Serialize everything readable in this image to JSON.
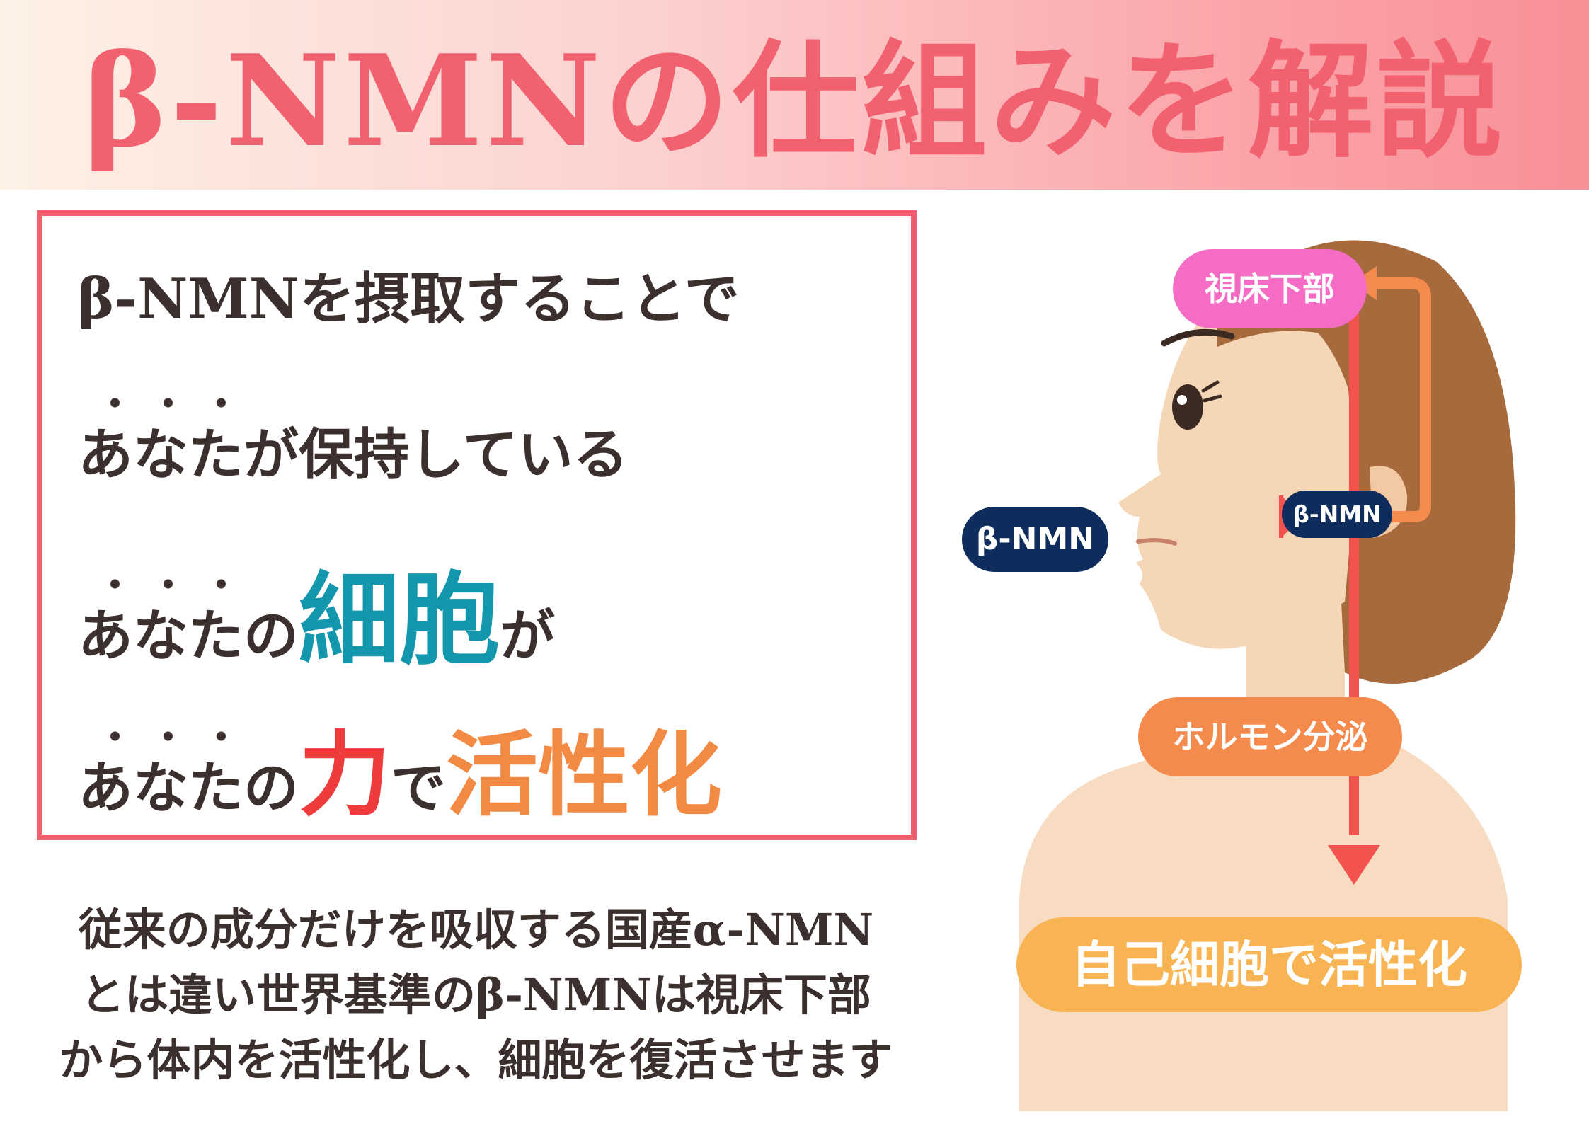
{
  "header": {
    "title": "β-NMNの仕組みを解説"
  },
  "message": {
    "line1": "β-NMNを摂取することで",
    "line2_emph": "あなた",
    "line2_rest": "が保持している",
    "line3_emph": "あなた",
    "line3_particle": "の",
    "line3_highlight": "細胞",
    "line3_end": "が",
    "line4_emph": "あなた",
    "line4_particle": "の",
    "line4_highlight1": "力",
    "line4_mid": "で",
    "line4_highlight2": "活性化"
  },
  "description": {
    "line1": "従来の成分だけを吸収する国産α-NMN",
    "line2": "とは違い世界基準のβ-NMNは視床下部",
    "line3": "から体内を活性化し、細胞を復活させます"
  },
  "diagram": {
    "hypothalamus": "視床下部",
    "nmn_outside": "β-NMN",
    "nmn_inside": "β-NMN",
    "hormone": "ホルモン分泌",
    "result": "自己細胞で活性化"
  },
  "colors": {
    "title": "#f26170",
    "border": "#ee5e6b",
    "teal": "#1297ad",
    "red": "#ef3b3c",
    "orange": "#f28a44",
    "navy": "#0e2c5c",
    "pink": "#f46cc4",
    "hormone": "#f48a4c",
    "result": "#f8b352"
  }
}
